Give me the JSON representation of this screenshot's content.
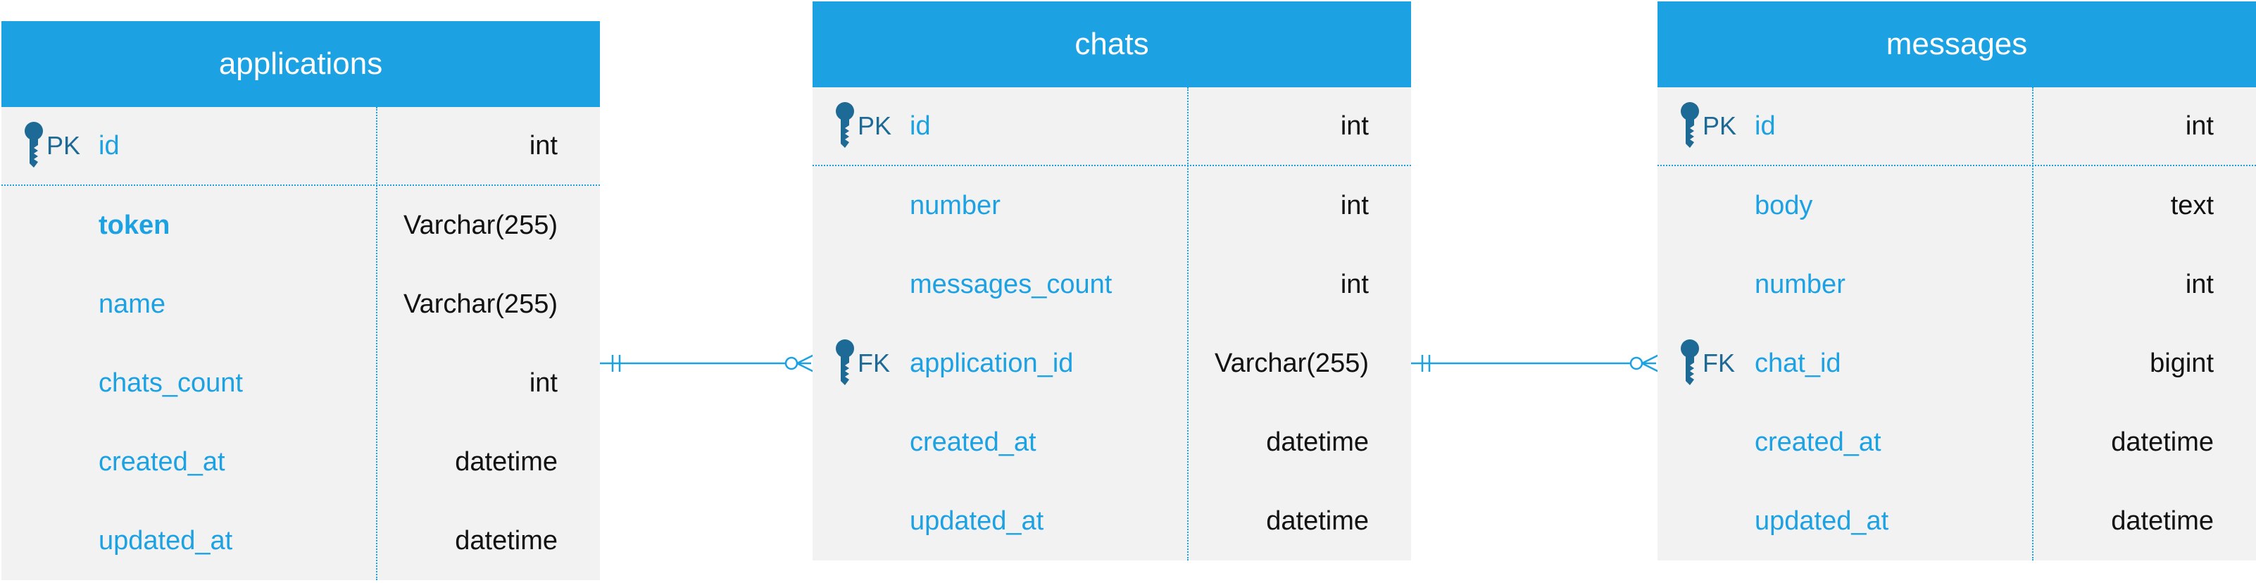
{
  "entities": [
    {
      "title": "applications",
      "rows": [
        {
          "key": "PK",
          "name": "id",
          "type": "int"
        },
        {
          "key": "",
          "name": "token",
          "type": "Varchar(255)"
        },
        {
          "key": "",
          "name": "name",
          "type": "Varchar(255)"
        },
        {
          "key": "",
          "name": "chats_count",
          "type": "int"
        },
        {
          "key": "",
          "name": "created_at",
          "type": "datetime"
        },
        {
          "key": "",
          "name": "updated_at",
          "type": "datetime"
        }
      ]
    },
    {
      "title": "chats",
      "rows": [
        {
          "key": "PK",
          "name": "id",
          "type": "int"
        },
        {
          "key": "",
          "name": "number",
          "type": "int"
        },
        {
          "key": "",
          "name": "messages_count",
          "type": "int"
        },
        {
          "key": "FK",
          "name": "application_id",
          "type": "Varchar(255)"
        },
        {
          "key": "",
          "name": "created_at",
          "type": "datetime"
        },
        {
          "key": "",
          "name": "updated_at",
          "type": "datetime"
        }
      ]
    },
    {
      "title": "messages",
      "rows": [
        {
          "key": "PK",
          "name": "id",
          "type": "int"
        },
        {
          "key": "",
          "name": "body",
          "type": "text"
        },
        {
          "key": "",
          "name": "number",
          "type": "int"
        },
        {
          "key": "FK",
          "name": "chat_id",
          "type": "bigint"
        },
        {
          "key": "",
          "name": "created_at",
          "type": "datetime"
        },
        {
          "key": "",
          "name": "updated_at",
          "type": "datetime"
        }
      ]
    }
  ],
  "relationships": [
    {
      "from": "applications",
      "to": "chats",
      "from_cardinality": "one-and-only-one",
      "to_cardinality": "zero-or-many"
    },
    {
      "from": "chats",
      "to": "messages",
      "from_cardinality": "one-and-only-one",
      "to_cardinality": "zero-or-many"
    }
  ],
  "colors": {
    "header": "#1ca1e2",
    "field_name": "#1ca1e2",
    "key_icon": "#1d6a96",
    "body": "#f2f2f2",
    "type_text": "#111111"
  }
}
